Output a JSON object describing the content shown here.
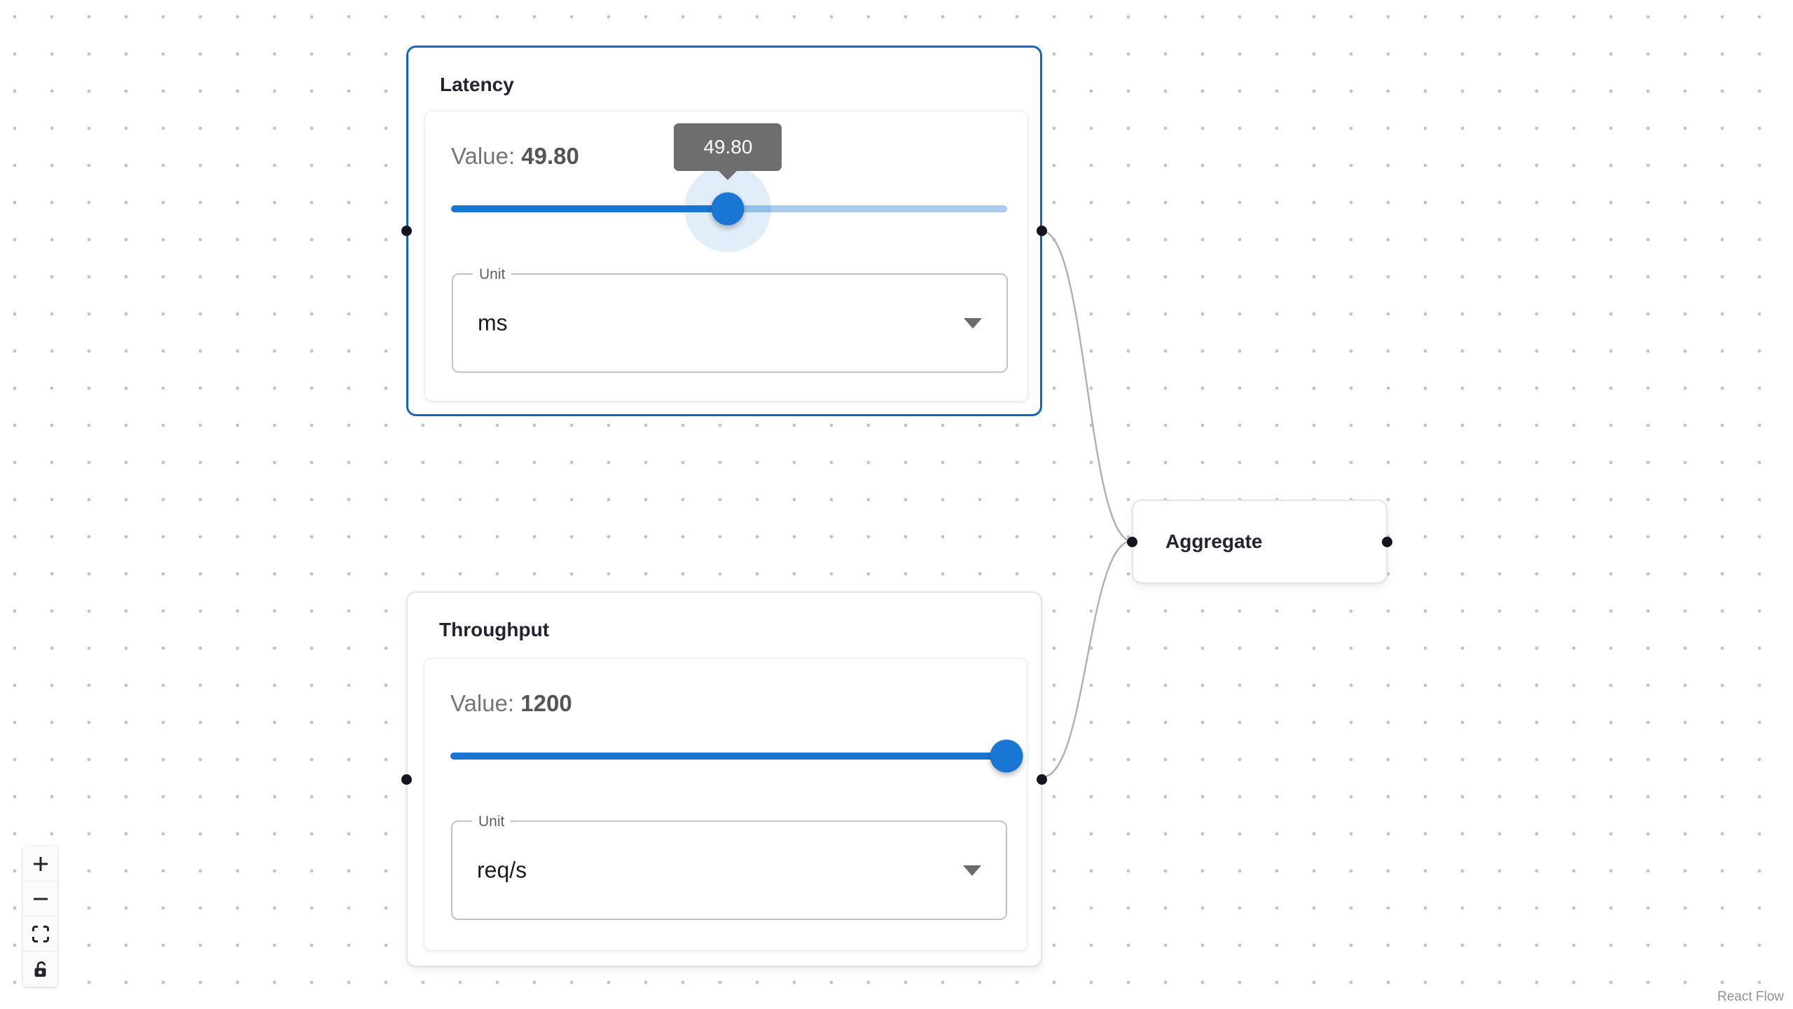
{
  "canvas": {
    "attribution": "React Flow",
    "colors": {
      "accent": "#1976d2",
      "slider_rail": "#a8cbee",
      "selected_node_border": "#1565c0",
      "plain_node_border": "#e4e4e9",
      "edge": "#b1b1b7",
      "handle": "#15151f",
      "tooltip_bg": "#6e6e6e",
      "dot_grid": "#c2c3ca"
    }
  },
  "nodes": {
    "latency": {
      "title": "Latency",
      "value_label": "Value:",
      "value": "49.80",
      "slider_percent": 49.8,
      "slider_tooltip": "49.80",
      "unit_label": "Unit",
      "unit_value": "ms",
      "selected": true
    },
    "throughput": {
      "title": "Throughput",
      "value_label": "Value:",
      "value": "1200",
      "slider_percent": 100,
      "unit_label": "Unit",
      "unit_value": "req/s",
      "selected": false
    },
    "aggregate": {
      "title": "Aggregate"
    }
  },
  "edges": [
    {
      "from": "latency",
      "to": "aggregate"
    },
    {
      "from": "throughput",
      "to": "aggregate"
    }
  ],
  "controls": {
    "buttons": [
      {
        "name": "zoom-in-button",
        "icon": "plus-icon"
      },
      {
        "name": "zoom-out-button",
        "icon": "minus-icon"
      },
      {
        "name": "fit-view-button",
        "icon": "fit-view-icon"
      },
      {
        "name": "interactivity-button",
        "icon": "unlock-icon"
      }
    ]
  }
}
